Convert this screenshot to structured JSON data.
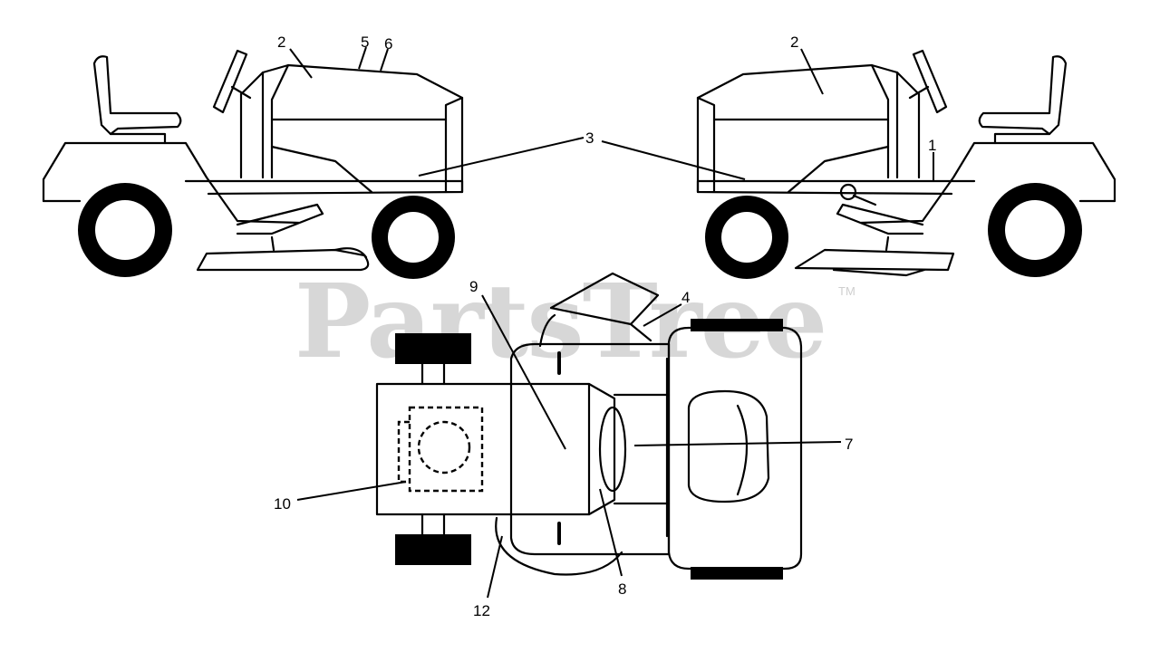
{
  "watermark": {
    "text": "PartsTree",
    "trademark": "TM"
  },
  "callouts": {
    "c1": "1",
    "c2a": "2",
    "c2b": "2",
    "c3": "3",
    "c4": "4",
    "c5": "5",
    "c6": "6",
    "c7": "7",
    "c8": "8",
    "c9": "9",
    "c10": "10",
    "c12": "12"
  }
}
